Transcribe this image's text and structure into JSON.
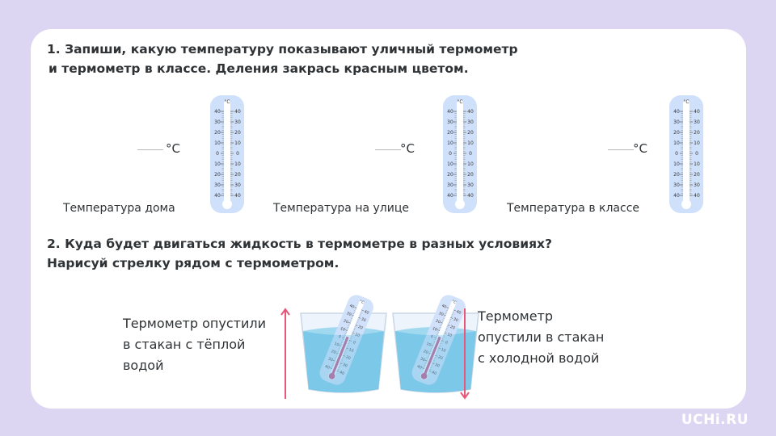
{
  "task1": {
    "line1": "1. Запиши, какую температуру показывают уличный термометр",
    "line2": "и термометр в классе. Деления закрась красным цветом."
  },
  "readings": [
    {
      "unit": "°C",
      "caption": "Температура дома"
    },
    {
      "unit": "°C",
      "caption": "Температура на улице"
    },
    {
      "unit": "°C",
      "caption": "Температура в классе"
    }
  ],
  "task2": {
    "line1": "2. Куда будет двигаться жидкость в термометре в разных условиях?",
    "line2": "Нарисуй стрелку рядом с термометром."
  },
  "experiments": {
    "warm": [
      "Термометр опустили",
      "в стакан с тёплой",
      "водой"
    ],
    "cold": [
      "Термометр",
      "опустили в стакан",
      "с холодной водой"
    ]
  },
  "scale": {
    "top": "°C",
    "left": [
      "40",
      "30",
      "20",
      "10",
      "0",
      "10",
      "20",
      "30",
      "40"
    ],
    "right": [
      "40",
      "30",
      "20",
      "10",
      "0",
      "10",
      "20",
      "30",
      "40"
    ]
  },
  "brand": {
    "logo": "UCHi.RU"
  },
  "colors": {
    "background": "#dcd6f3",
    "card": "#ffffff",
    "thermometer_body": "#cfe0fb",
    "thermometer_tube": "#ffffff",
    "warm_arrow": "#e8567a",
    "cold_arrow": "#e8567a",
    "water": "#6fc3e6"
  }
}
